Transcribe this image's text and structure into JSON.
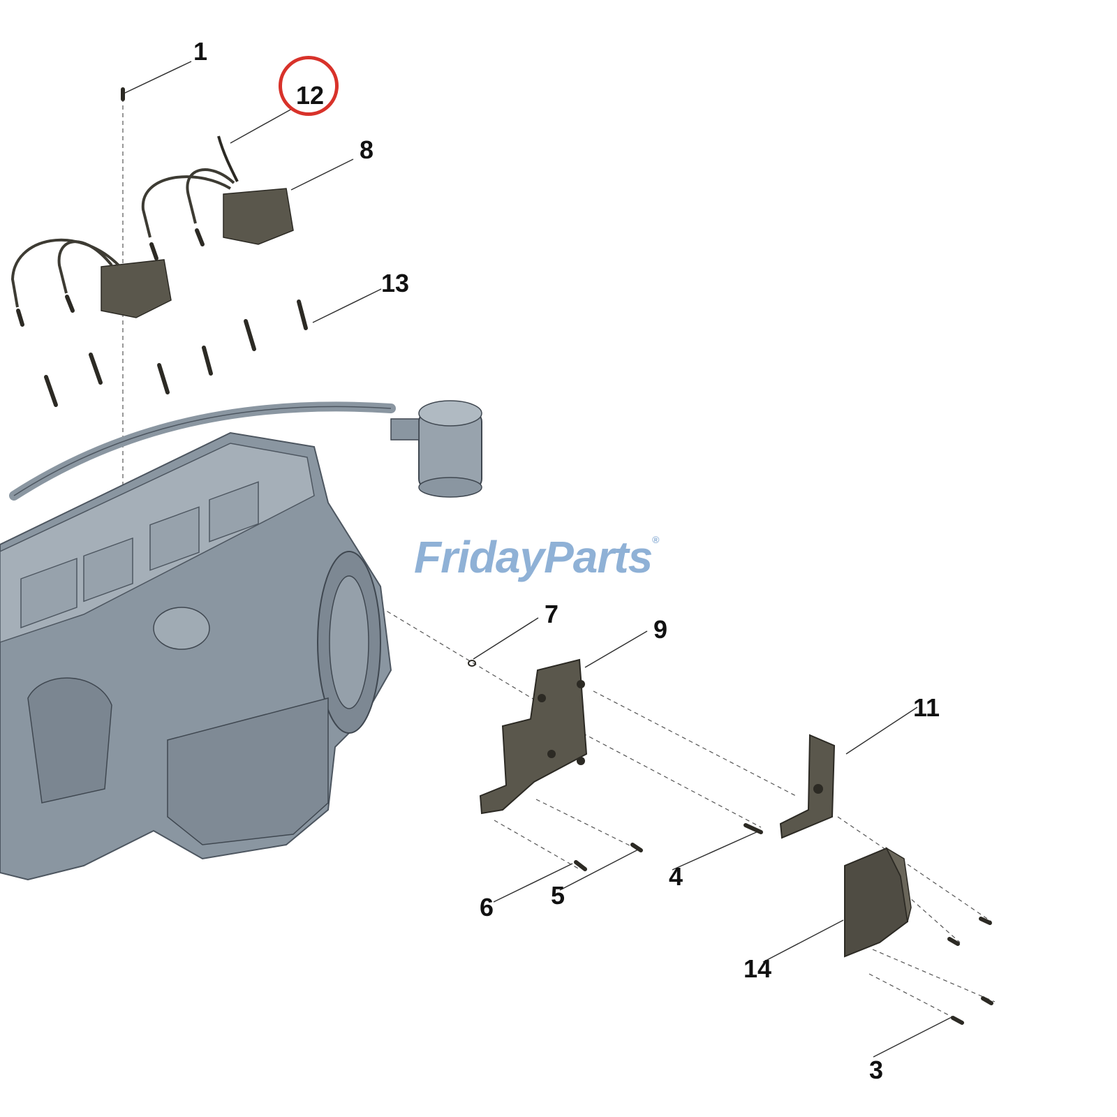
{
  "diagram": {
    "part_callouts": [
      "1",
      "12",
      "8",
      "13",
      "7",
      "9",
      "11",
      "4",
      "5",
      "6",
      "14",
      "3"
    ],
    "highlighted_callout": "12",
    "highlight_color": "#d8322a",
    "engine_color": "#8a96a1",
    "bracket_color": "#5a574c"
  },
  "watermark": {
    "brand": "FridayParts",
    "symbol": "®",
    "color": "#8fb1d6",
    "accent_color": "#f0b05c"
  }
}
